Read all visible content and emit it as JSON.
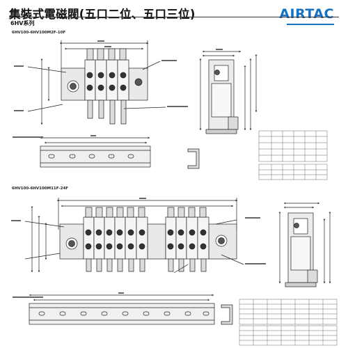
{
  "header": {
    "title": "集裝式電磁閥(五口二位、五口三位)",
    "series": "6HV系列",
    "brand": "AIRTAC"
  },
  "sections": {
    "top_model": "6HV100-6HV100M2F-10F",
    "bottom_model": "6HV100-6HV100M11F-24F"
  }
}
